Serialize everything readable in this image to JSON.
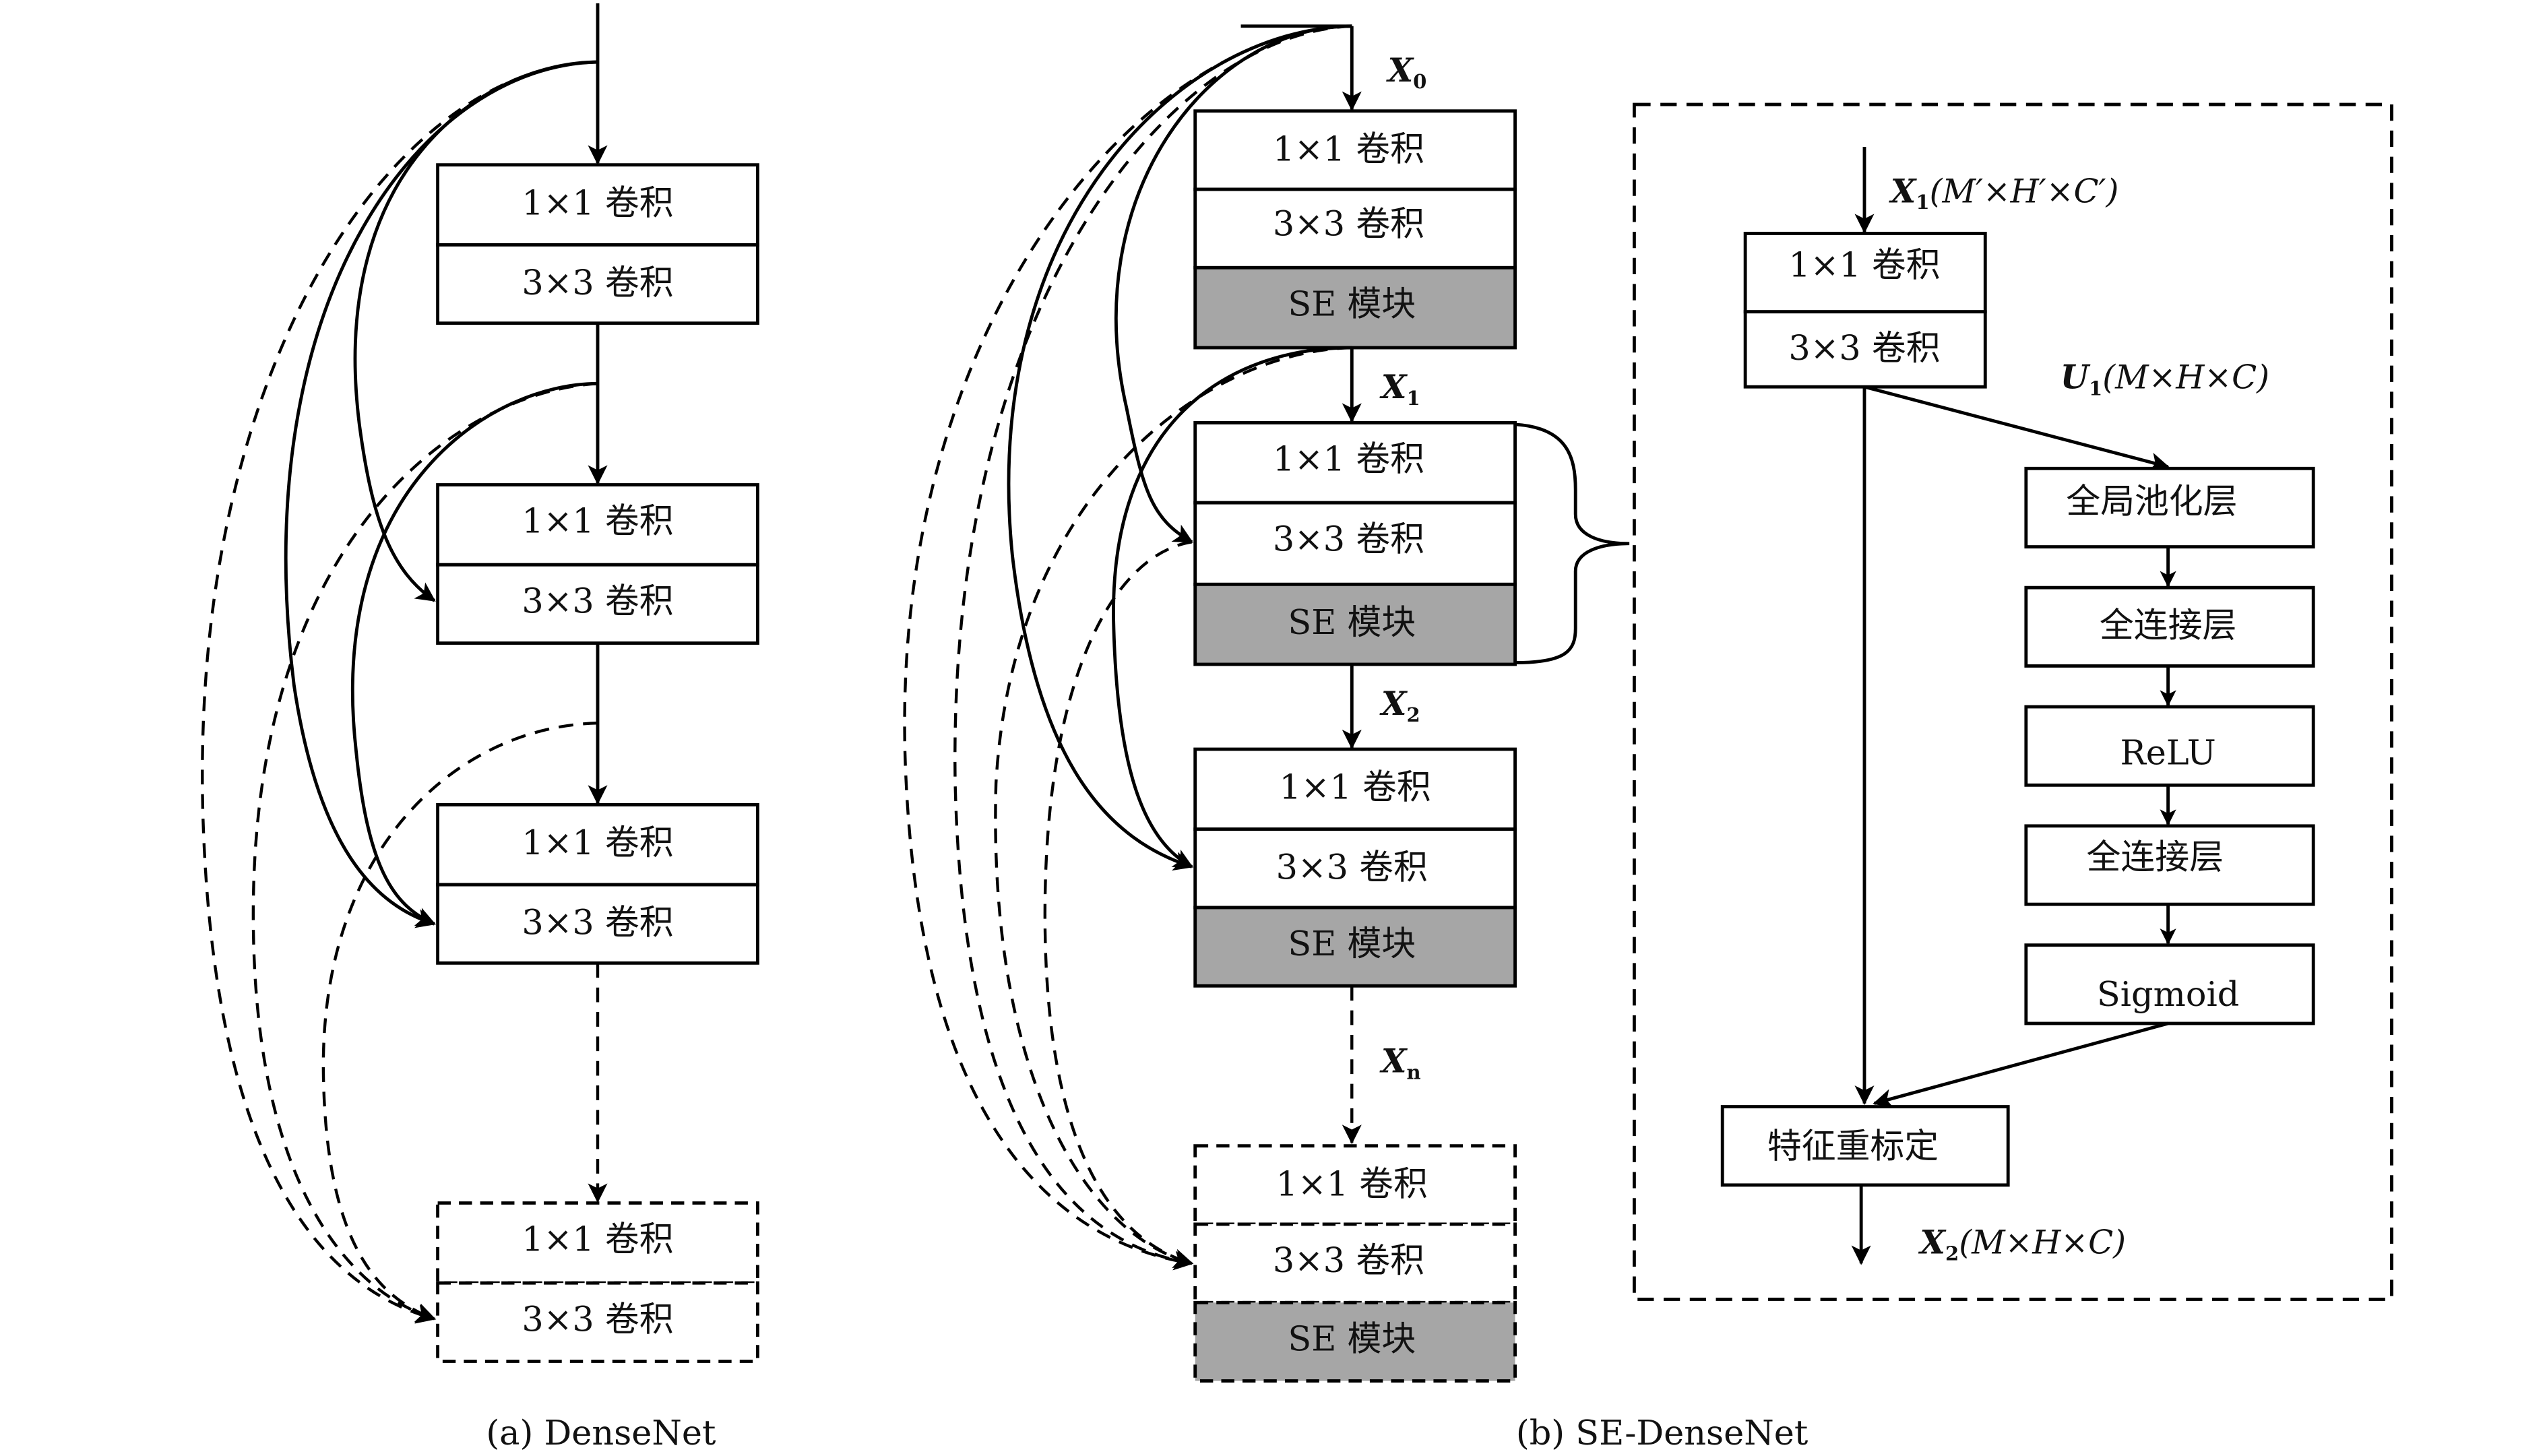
{
  "figure": {
    "left": {
      "caption": "(a) DenseNet",
      "blocks": [
        {
          "rows": [
            "1×1 卷积",
            "3×3 卷积"
          ]
        },
        {
          "rows": [
            "1×1 卷积",
            "3×3 卷积"
          ]
        },
        {
          "rows": [
            "1×1 卷积",
            "3×3 卷积"
          ]
        },
        {
          "rows": [
            "1×1 卷积",
            "3×3 卷积"
          ],
          "dashed": true
        }
      ]
    },
    "middle": {
      "caption": "(b) SE-DenseNet",
      "inputs": [
        "X",
        "X",
        "X",
        "X"
      ],
      "input_subs": [
        "0",
        "1",
        "2",
        "n"
      ],
      "blocks": [
        {
          "rows": [
            "1×1 卷积",
            "3×3 卷积",
            "SE 模块"
          ]
        },
        {
          "rows": [
            "1×1 卷积",
            "3×3 卷积",
            "SE 模块"
          ]
        },
        {
          "rows": [
            "1×1 卷积",
            "3×3 卷积",
            "SE 模块"
          ]
        },
        {
          "rows": [
            "1×1 卷积",
            "3×3 卷积",
            "SE 模块"
          ],
          "dashed": true
        }
      ]
    },
    "detail": {
      "input_label": {
        "var": "X",
        "sub": "1",
        "dims": "(M′×H′×C′)"
      },
      "conv_rows": [
        "1×1 卷积",
        "3×3 卷积"
      ],
      "u_label": {
        "var": "U",
        "sub": "1",
        "dims": "(M×H×C)"
      },
      "se_steps": [
        "全局池化层",
        "全连接层",
        "ReLU",
        "全连接层",
        "Sigmoid"
      ],
      "recalibrate": "特征重标定",
      "output_label": {
        "var": "X",
        "sub": "2",
        "dims": "(M×H×C)"
      }
    },
    "colors": {
      "se_fill": "#a6a6a6",
      "stroke": "#000000"
    }
  }
}
